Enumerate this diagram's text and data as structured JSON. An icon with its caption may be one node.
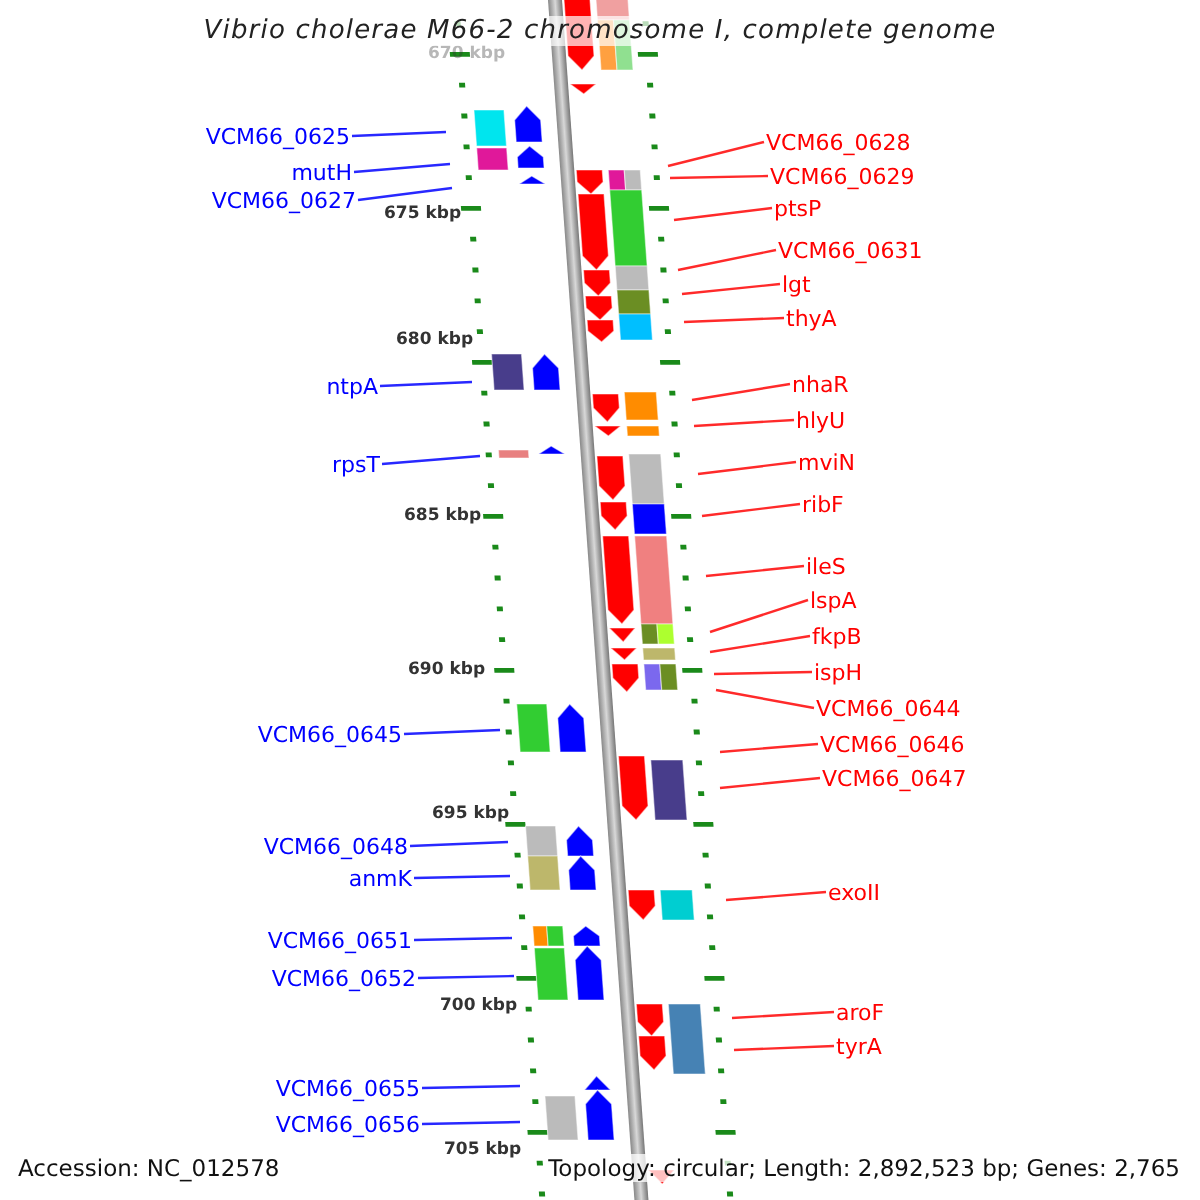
{
  "diagram": {
    "title": "Vibrio cholerae M66-2 chromosome I, complete genome",
    "nodes": [
      {
        "text": [
          "VCM66_0625"
        ]
      },
      {
        "text": [
          "mutH"
        ]
      },
      {
        "text": [
          "VCM66_0627"
        ]
      },
      {
        "text": [
          "ntpA"
        ]
      },
      {
        "text": [
          "rpsT"
        ]
      },
      {
        "text": [
          "VCM66_0645"
        ]
      },
      {
        "text": [
          "VCM66_0648"
        ]
      },
      {
        "text": [
          "anmK"
        ]
      },
      {
        "text": [
          "VCM66_0651"
        ]
      },
      {
        "text": [
          "VCM66_0652"
        ]
      },
      {
        "text": [
          "VCM66_0655"
        ]
      },
      {
        "text": [
          "VCM66_0656"
        ]
      },
      {
        "text": [
          "VCM66_0628"
        ]
      },
      {
        "text": [
          "VCM66_0629"
        ]
      },
      {
        "text": [
          "ptsP"
        ]
      },
      {
        "text": [
          "VCM66_0631"
        ]
      },
      {
        "text": [
          "lgt"
        ]
      },
      {
        "text": [
          "thyA"
        ]
      },
      {
        "text": [
          "nhaR"
        ]
      },
      {
        "text": [
          "hlyU"
        ]
      },
      {
        "text": [
          "mviN"
        ]
      },
      {
        "text": [
          "ribF"
        ]
      },
      {
        "text": [
          "ileS"
        ]
      },
      {
        "text": [
          "lspA"
        ]
      },
      {
        "text": [
          "fkpB"
        ]
      },
      {
        "text": [
          "ispH"
        ]
      },
      {
        "text": [
          "VCM66_0644"
        ]
      },
      {
        "text": [
          "VCM66_0646"
        ]
      },
      {
        "text": [
          "VCM66_0647"
        ]
      },
      {
        "text": [
          "exoII"
        ]
      },
      {
        "text": [
          "aroF"
        ]
      },
      {
        "text": [
          "tyrA"
        ]
      }
    ],
    "edges": [
      {
        "from": 0,
        "to": null,
        "arrow": "none",
        "color": "#2828ff"
      },
      {
        "from": 1,
        "to": null,
        "arrow": "none",
        "color": "#2828ff"
      },
      {
        "from": 2,
        "to": null,
        "arrow": "none",
        "color": "#2828ff"
      },
      {
        "from": 3,
        "to": null,
        "arrow": "none",
        "color": "#2828ff"
      },
      {
        "from": 4,
        "to": null,
        "arrow": "none",
        "color": "#2828ff"
      },
      {
        "from": 5,
        "to": null,
        "arrow": "none",
        "color": "#2828ff"
      },
      {
        "from": 6,
        "to": null,
        "arrow": "none",
        "color": "#2828ff"
      },
      {
        "from": 7,
        "to": null,
        "arrow": "none",
        "color": "#2828ff"
      },
      {
        "from": 8,
        "to": null,
        "arrow": "none",
        "color": "#2828ff"
      },
      {
        "from": 9,
        "to": null,
        "arrow": "none",
        "color": "#2828ff"
      },
      {
        "from": 10,
        "to": null,
        "arrow": "none",
        "color": "#2828ff"
      },
      {
        "from": 11,
        "to": null,
        "arrow": "none",
        "color": "#2828ff"
      },
      {
        "from": 12,
        "to": null,
        "arrow": "none"
      },
      {
        "from": 13,
        "to": null,
        "arrow": "none"
      },
      {
        "from": 14,
        "to": null,
        "arrow": "none"
      },
      {
        "from": 15,
        "to": null,
        "arrow": "none"
      },
      {
        "from": 16,
        "to": null,
        "arrow": "none"
      },
      {
        "from": 17,
        "to": null,
        "arrow": "none"
      },
      {
        "from": 18,
        "to": null,
        "arrow": "none"
      },
      {
        "from": 19,
        "to": null,
        "arrow": "none"
      },
      {
        "from": 20,
        "to": null,
        "arrow": "none"
      },
      {
        "from": 21,
        "to": null,
        "arrow": "none"
      },
      {
        "from": 22,
        "to": null,
        "arrow": "none"
      },
      {
        "from": 23,
        "to": null,
        "arrow": "none"
      },
      {
        "from": 24,
        "to": null,
        "arrow": "none"
      },
      {
        "from": 25,
        "to": null,
        "arrow": "none"
      },
      {
        "from": 26,
        "to": null,
        "arrow": "none"
      },
      {
        "from": 27,
        "to": null,
        "arrow": "none"
      },
      {
        "from": 28,
        "to": null,
        "arrow": "none"
      },
      {
        "from": 29,
        "to": null,
        "arrow": "none"
      },
      {
        "from": 30,
        "to": null,
        "arrow": "none"
      },
      {
        "from": 31,
        "to": null,
        "arrow": "none"
      }
    ],
    "labels": [
      "670 kbp",
      "675 kbp",
      "680 kbp",
      "685 kbp",
      "690 kbp",
      "695 kbp",
      "700 kbp",
      "705 kbp",
      "Accession: NC_012578",
      "Topology: circular; Length: 2,892,523 bp; Genes: 2,765"
    ]
  }
}
